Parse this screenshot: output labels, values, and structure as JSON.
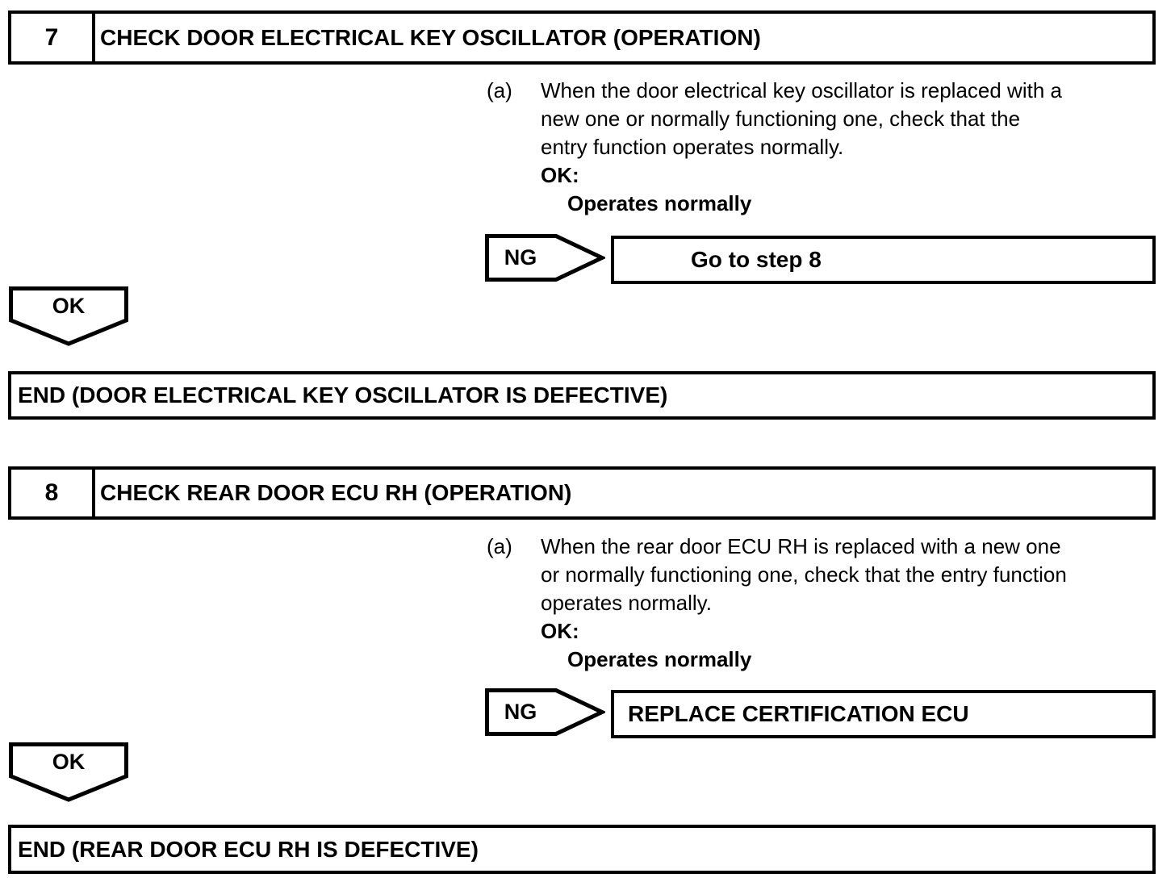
{
  "page": {
    "background_color": "#ffffff",
    "ink_color": "#000000"
  },
  "steps": [
    {
      "number": "7",
      "title": "CHECK DOOR ELECTRICAL KEY OSCILLATOR (OPERATION)",
      "item_label": "(a)",
      "item_lines": [
        "When the door electrical key oscillator is replaced with a",
        "new one or normally functioning one, check that the",
        "entry function operates normally."
      ],
      "ok_heading": "OK:",
      "ok_condition": "Operates normally",
      "ng_label": "NG",
      "ng_result": "Go to step 8",
      "ok_branch_label": "OK",
      "end_text": "END (DOOR ELECTRICAL KEY OSCILLATOR IS DEFECTIVE)"
    },
    {
      "number": "8",
      "title": "CHECK REAR DOOR ECU RH (OPERATION)",
      "item_label": "(a)",
      "item_lines": [
        "When the rear door ECU RH is replaced with a new one",
        "or normally functioning one, check that the entry function",
        "operates normally."
      ],
      "ok_heading": "OK:",
      "ok_condition": "Operates normally",
      "ng_label": "NG",
      "ng_result": "REPLACE CERTIFICATION ECU",
      "ok_branch_label": "OK",
      "end_text": "END (REAR DOOR ECU RH IS DEFECTIVE)"
    }
  ]
}
